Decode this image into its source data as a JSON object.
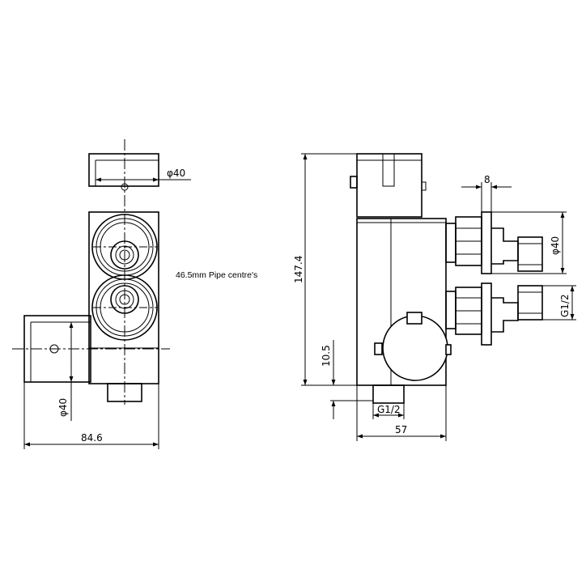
{
  "labels": {
    "front_top_diameter": "φ40",
    "front_left_diameter": "φ40",
    "front_width": "84.6",
    "pipe_note": "46.5mm Pipe centre's",
    "side_height": "147.4",
    "side_inlet_height": "10.5",
    "side_bottom_thread": "G1/2",
    "side_width": "57",
    "side_fitting_width": "8",
    "side_fitting_diameter": "φ40",
    "side_right_thread": "G1/2"
  }
}
